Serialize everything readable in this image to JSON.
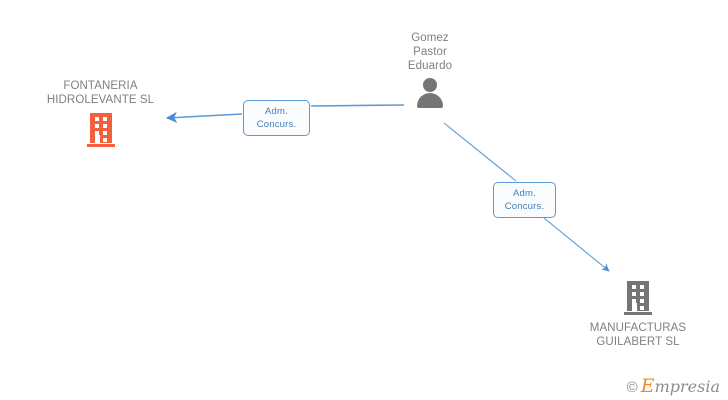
{
  "diagram": {
    "title": "Corporate relationship diagram",
    "background_color": "#ffffff",
    "nodes": [
      {
        "id": "person",
        "type": "person",
        "label": "Gomez\nPastor\nEduardo",
        "icon": "person-icon",
        "color": "#757575"
      },
      {
        "id": "fontaneria",
        "type": "company",
        "label": "FONTANERIA\nHIDROLEVANTE SL",
        "icon": "building-icon",
        "color": "#f4603c"
      },
      {
        "id": "manufacturas",
        "type": "company",
        "label": "MANUFACTURAS\nGUILABERT SL",
        "icon": "building-icon",
        "color": "#757575"
      }
    ],
    "edges": [
      {
        "id": "edge-1",
        "from": "person",
        "to": "fontaneria",
        "label": "Adm.\nConcurs.",
        "color": "#5b9bd5"
      },
      {
        "id": "edge-2",
        "from": "person",
        "to": "manufacturas",
        "label": "Adm.\nConcurs.",
        "color": "#5b9bd5"
      }
    ]
  },
  "watermark": {
    "copyright_symbol": "©",
    "brand_initial": "E",
    "brand_rest": "mpresia",
    "brand_color": "#f08a24",
    "text_color": "#8d8d8d"
  }
}
